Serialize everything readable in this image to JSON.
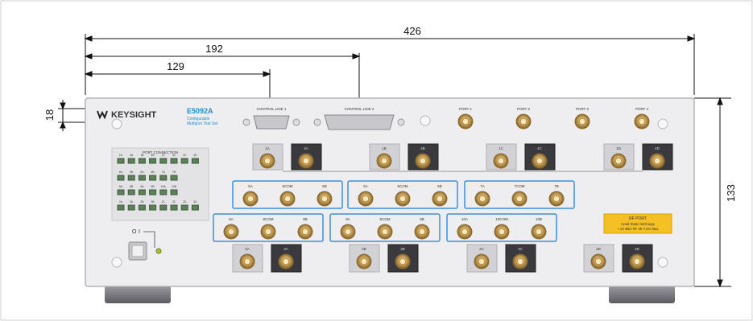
{
  "dimensions": {
    "overall_width": "426",
    "control_line_2_offset": "192",
    "control_line_1_offset": "129",
    "connector_height": "18",
    "overall_height": "133"
  },
  "panel": {
    "brand": "KEYSIGHT",
    "model": "E5092A",
    "model_sub1": "Configurable",
    "model_sub2": "Multiport Test Set",
    "control_line_1": "CONTROL LINE 1",
    "control_line_2": "CONTROL LINE 2",
    "port_connection_title": "PORT CONNECTION",
    "rf_port_title": "RF PORT",
    "rf_port_line1": "Avoid Static Discharge",
    "rf_port_line2": "+ 20 dBm RF 35 V DC Max",
    "power_on": "I",
    "power_off": "O"
  },
  "ports": [
    "PORT 1",
    "PORT 2",
    "PORT 3",
    "PORT 4"
  ],
  "upper_pairs": [
    {
      "a": "1A",
      "b": "4A"
    },
    {
      "a": "1B",
      "b": "4B"
    },
    {
      "a": "1C",
      "b": "4C"
    },
    {
      "a": "1D",
      "b": "4D"
    }
  ],
  "switch_groups_row1": [
    {
      "left": "5A",
      "com": "6COM",
      "right": "5B"
    },
    {
      "left": "6A",
      "com": "6COM",
      "right": "6B"
    },
    {
      "left": "7A",
      "com": "7COM",
      "right": "7B"
    }
  ],
  "switch_groups_row2": [
    {
      "left": "8A",
      "com": "8COM",
      "right": "8B"
    },
    {
      "left": "9A",
      "com": "9COM",
      "right": "9B"
    },
    {
      "left": "10A",
      "com": "10COM",
      "right": "10B"
    }
  ],
  "lower_pairs": [
    {
      "a": "2A",
      "b": "3A"
    },
    {
      "a": "2B",
      "b": "3B"
    },
    {
      "a": "2C",
      "b": "3C"
    },
    {
      "a": "2D",
      "b": "3D"
    }
  ],
  "port_connection_grid": [
    [
      "1A",
      "4A",
      "1B",
      "4B",
      "1C",
      "4C",
      "1D",
      "4D"
    ],
    [
      "5A",
      "5B",
      "6A",
      "6B",
      "7A",
      "7B"
    ],
    [
      "8A",
      "8B",
      "9A",
      "9B",
      "10A",
      "10B"
    ],
    [
      "2A",
      "3A",
      "2B",
      "3B",
      "2C",
      "3C",
      "2D",
      "3D"
    ]
  ],
  "colors": {
    "panel": "#eeeef0",
    "border": "#b4b4b8",
    "sma": "#c9a25a",
    "dark_block": "#3a3a3e",
    "light_block": "#d2d2d6",
    "blue_frame": "#3d8fd8",
    "warn": "#f5c023",
    "brand_blue": "#1e8fd0"
  }
}
